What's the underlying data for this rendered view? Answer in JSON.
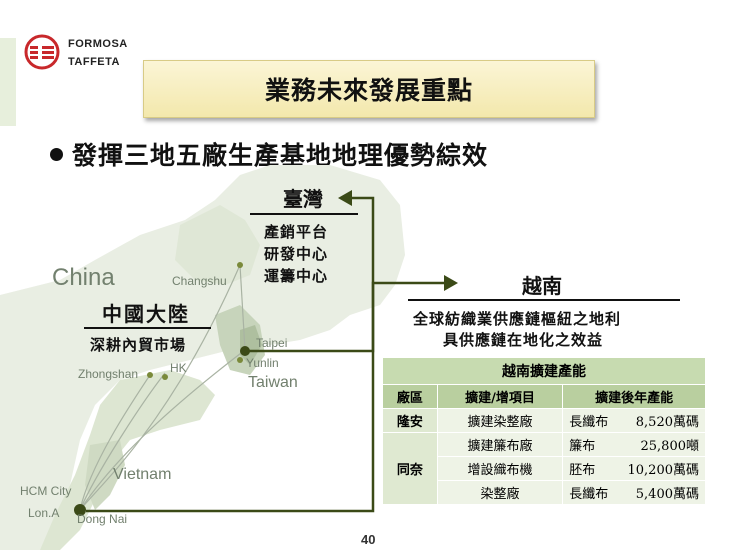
{
  "logo": {
    "line1": "FORMOSA",
    "line2": "TAFFETA"
  },
  "title": "業務未來發展重點",
  "subtitle": "發揮三地五廠生產基地地理優勢綜效",
  "map_labels": {
    "china": "China",
    "changshu": "Changshu",
    "zhongshan": "Zhongshan",
    "hk": "HK",
    "taipei": "Taipei",
    "yunlin": "Yunlin",
    "taiwan": "Taiwan",
    "vietnam": "Vietnam",
    "hcm": "HCM City",
    "lona": "Lon.A",
    "dongnai": "Dong Nai"
  },
  "taiwan_block": {
    "title": "臺灣",
    "items": [
      "產銷平台",
      "研發中心",
      "運籌中心"
    ]
  },
  "china_block": {
    "title": "中國大陸",
    "items": [
      "深耕內貿市場"
    ]
  },
  "vietnam_block": {
    "title": "越南",
    "items": [
      "全球紡織業供應鏈樞紐之地利",
      "具供應鏈在地化之效益"
    ]
  },
  "table": {
    "caption": "越南擴建產能",
    "headers": [
      "廠區",
      "擴建/增項目",
      "擴建後年產能"
    ],
    "rows": [
      {
        "site": "隆安",
        "item": "擴建染整廠",
        "product": "長纖布",
        "capacity": "8,520萬碼"
      },
      {
        "site": "同奈",
        "item": "擴建簾布廠",
        "product": "簾布",
        "capacity": "25,800噸"
      },
      {
        "site": "",
        "item": "增設織布機",
        "product": "胚布",
        "capacity": "10,200萬碼"
      },
      {
        "site": "",
        "item": "染整廠",
        "product": "長纖布",
        "capacity": "5,400萬碼"
      }
    ]
  },
  "page_number": "40",
  "colors": {
    "arrow": "#3b4a17",
    "map_land": "#e9eee3",
    "map_accent": "#bccbb0",
    "table_head": "#c7dbb0"
  }
}
